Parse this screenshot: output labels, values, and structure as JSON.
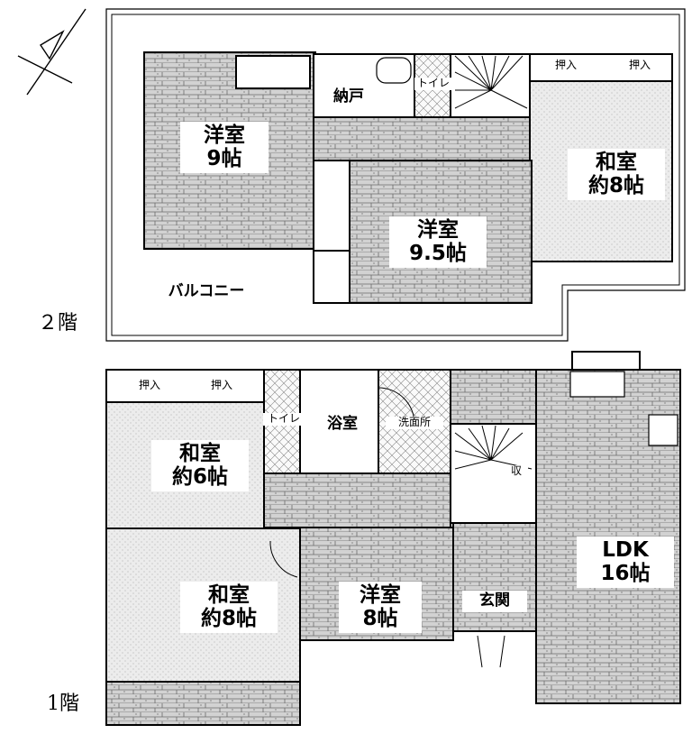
{
  "floor2": {
    "label": "２階",
    "rooms": {
      "western9": {
        "name": "洋室",
        "size": "9帖"
      },
      "storage": {
        "name": "納戸"
      },
      "toilet": {
        "name": "トイレ"
      },
      "closet_a": {
        "name": "押入"
      },
      "closet_b": {
        "name": "押入"
      },
      "japanese8": {
        "name": "和室",
        "size": "約8帖"
      },
      "western95": {
        "name": "洋室",
        "size": "9.5帖"
      },
      "balcony": {
        "name": "バルコニー"
      }
    }
  },
  "floor1": {
    "label": "1階",
    "rooms": {
      "closet_a": {
        "name": "押入"
      },
      "closet_b": {
        "name": "押入"
      },
      "toilet": {
        "name": "トイレ"
      },
      "bath": {
        "name": "浴室"
      },
      "washroom": {
        "name": "洗面所"
      },
      "japanese6": {
        "name": "和室",
        "size": "約6帖"
      },
      "japanese8": {
        "name": "和室",
        "size": "約8帖"
      },
      "western8": {
        "name": "洋室",
        "size": "8帖"
      },
      "entrance": {
        "name": "玄関"
      },
      "ldk": {
        "name": "LDK",
        "size": "16帖"
      },
      "storage_small": {
        "name": "収"
      }
    }
  },
  "colors": {
    "line": "#000000",
    "tatami": "#e9e9e9",
    "floor": "#cfcfcf",
    "tile": "#f4f4f4"
  }
}
